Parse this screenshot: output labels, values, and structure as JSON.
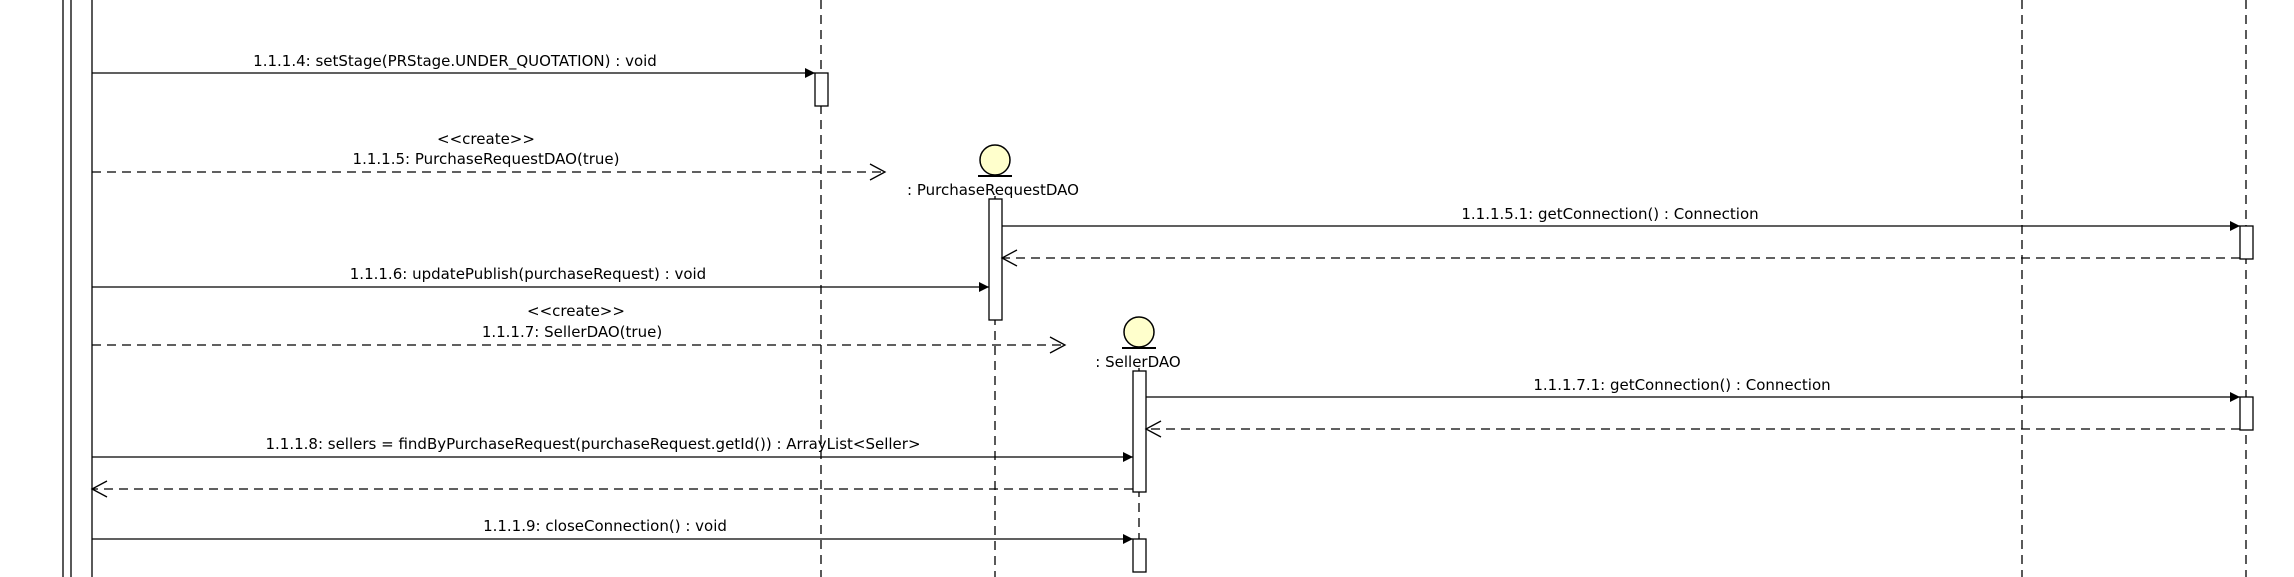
{
  "diagram": {
    "type": "UML sequence diagram",
    "colors": {
      "line": "#000000",
      "activation_fill": "#ffffff",
      "entity_fill": "#ffffcc"
    },
    "lifelines": [
      {
        "id": "purchase_request_dao",
        "label": ": PurchaseRequestDAO",
        "icon": "entity-icon"
      },
      {
        "id": "seller_dao",
        "label": ": SellerDAO",
        "icon": "entity-icon"
      }
    ],
    "messages": [
      {
        "id": "m_1_1_1_4",
        "label": "1.1.1.4: setStage(PRStage.UNDER_QUOTATION) : void",
        "kind": "sync"
      },
      {
        "id": "m_1_1_1_5",
        "stereotype": "<<create>>",
        "label": "1.1.1.5: PurchaseRequestDAO(true)",
        "kind": "create"
      },
      {
        "id": "m_1_1_1_5_1",
        "label": "1.1.1.5.1: getConnection() : Connection",
        "kind": "sync"
      },
      {
        "id": "r_1_1_1_5_1",
        "label": "",
        "kind": "return"
      },
      {
        "id": "m_1_1_1_6",
        "label": "1.1.1.6: updatePublish(purchaseRequest) : void",
        "kind": "sync"
      },
      {
        "id": "m_1_1_1_7",
        "stereotype": "<<create>>",
        "label": "1.1.1.7: SellerDAO(true)",
        "kind": "create"
      },
      {
        "id": "m_1_1_1_7_1",
        "label": "1.1.1.7.1: getConnection() : Connection",
        "kind": "sync"
      },
      {
        "id": "r_1_1_1_7_1",
        "label": "",
        "kind": "return"
      },
      {
        "id": "m_1_1_1_8",
        "label": "1.1.1.8: sellers = findByPurchaseRequest(purchaseRequest.getId()) : ArrayList<Seller>",
        "kind": "sync"
      },
      {
        "id": "r_1_1_1_8",
        "label": "",
        "kind": "return"
      },
      {
        "id": "m_1_1_1_9",
        "label": "1.1.1.9: closeConnection() : void",
        "kind": "sync"
      }
    ]
  }
}
